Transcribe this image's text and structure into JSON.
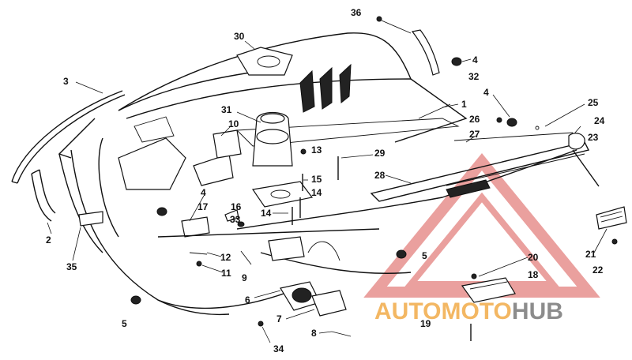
{
  "labels": [
    {
      "id": "36",
      "text": "36"
    },
    {
      "id": "4a",
      "text": "4"
    },
    {
      "id": "32",
      "text": "32"
    },
    {
      "id": "30",
      "text": "30"
    },
    {
      "id": "3",
      "text": "3"
    },
    {
      "id": "1",
      "text": "1"
    },
    {
      "id": "4b",
      "text": "4"
    },
    {
      "id": "25",
      "text": "25"
    },
    {
      "id": "31",
      "text": "31"
    },
    {
      "id": "26",
      "text": "26"
    },
    {
      "id": "24",
      "text": "24"
    },
    {
      "id": "10",
      "text": "10"
    },
    {
      "id": "27",
      "text": "27"
    },
    {
      "id": "23",
      "text": "23"
    },
    {
      "id": "13",
      "text": "13"
    },
    {
      "id": "29",
      "text": "29"
    },
    {
      "id": "28",
      "text": "28"
    },
    {
      "id": "15",
      "text": "15"
    },
    {
      "id": "4c",
      "text": "4"
    },
    {
      "id": "14a",
      "text": "14"
    },
    {
      "id": "17",
      "text": "17"
    },
    {
      "id": "16",
      "text": "16"
    },
    {
      "id": "14b",
      "text": "14"
    },
    {
      "id": "33",
      "text": "33"
    },
    {
      "id": "2",
      "text": "2"
    },
    {
      "id": "35",
      "text": "35"
    },
    {
      "id": "5a",
      "text": "5"
    },
    {
      "id": "21",
      "text": "21"
    },
    {
      "id": "12",
      "text": "12"
    },
    {
      "id": "20",
      "text": "20"
    },
    {
      "id": "22",
      "text": "22"
    },
    {
      "id": "11",
      "text": "11"
    },
    {
      "id": "9",
      "text": "9"
    },
    {
      "id": "18",
      "text": "18"
    },
    {
      "id": "6",
      "text": "6"
    },
    {
      "id": "5b",
      "text": "5"
    },
    {
      "id": "7",
      "text": "7"
    },
    {
      "id": "19",
      "text": "19"
    },
    {
      "id": "8",
      "text": "8"
    },
    {
      "id": "34",
      "text": "34"
    }
  ],
  "watermark": {
    "part1": "AUTO",
    "part2": "MOTO",
    "part3": "HUB",
    "color_red": "#d9534f",
    "color_orange": "#f0a030",
    "color_gray": "#666666"
  }
}
